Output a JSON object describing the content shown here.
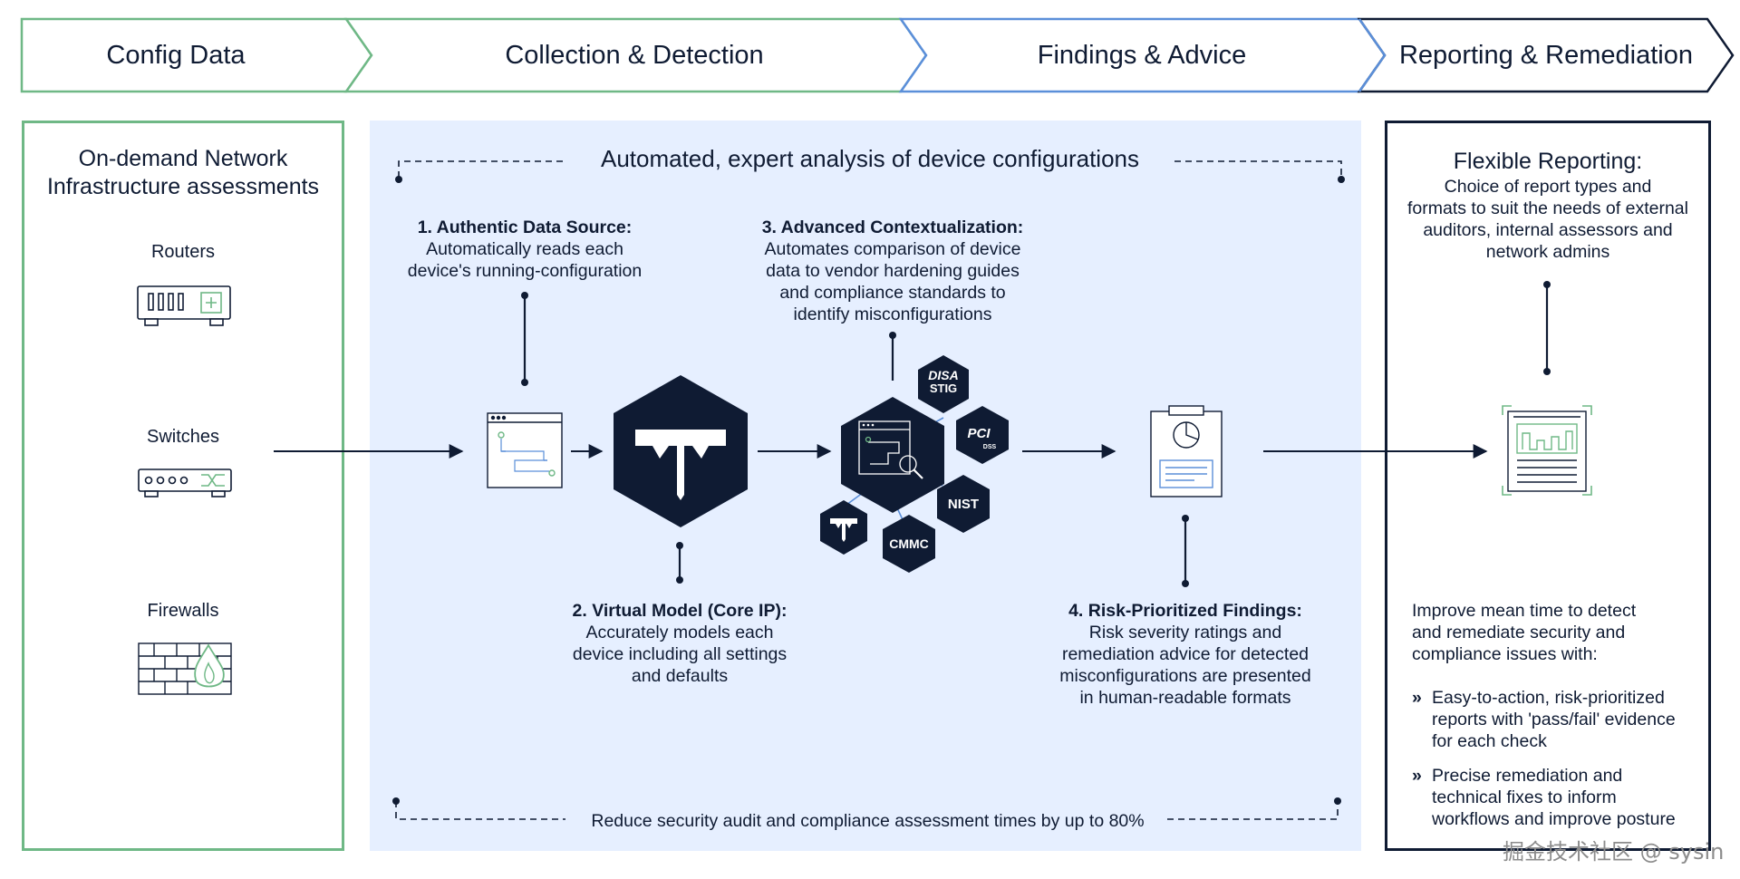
{
  "stages": [
    "Config Data",
    "Collection & Detection",
    "Findings & Advice",
    "Reporting & Remediation"
  ],
  "left_panel": {
    "title_line1": "On-demand Network",
    "title_line2": "Infrastructure assessments",
    "devices": [
      "Routers",
      "Switches",
      "Firewalls"
    ]
  },
  "middle_panel": {
    "title": "Automated, expert analysis of device configurations",
    "step1": {
      "title": "1. Authentic Data Source:",
      "lines": [
        "Automatically reads each",
        "device's running-configuration"
      ]
    },
    "step2": {
      "title": "2.  Virtual Model (Core IP):",
      "lines": [
        "Accurately models each",
        "device including all settings",
        "and defaults"
      ]
    },
    "step3": {
      "title": "3.  Advanced Contextualization:",
      "lines": [
        "Automates comparison of device",
        "data to vendor hardening guides",
        "and compliance standards to",
        "identify misconfigurations"
      ]
    },
    "step4": {
      "title": "4.  Risk-Prioritized Findings:",
      "lines": [
        "Risk severity ratings and",
        "remediation advice for detected",
        "misconfigurations are presented",
        "in human-readable formats"
      ]
    },
    "badges": {
      "disa_line1": "DISA",
      "disa_line2": "STIG",
      "pci": "PCI",
      "pci_sub": "DSS",
      "nist": "NIST",
      "cmmc": "CMMC"
    },
    "tagline": "Reduce security audit and compliance assessment times by up to 80%"
  },
  "right_panel": {
    "title": "Flexible Reporting:",
    "lines": [
      "Choice of report types and",
      "formats to suit the needs of external",
      "auditors, internal assessors and",
      "network admins"
    ],
    "improve_lines": [
      "Improve mean time to detect",
      "and remediate security and",
      "compliance issues with:"
    ],
    "bullets": [
      {
        "mark": "»",
        "lines": [
          "Easy-to-action, risk-prioritized",
          "reports with 'pass/fail' evidence",
          "for each check"
        ]
      },
      {
        "mark": "»",
        "lines": [
          "Precise remediation and",
          "technical fixes to inform",
          "workflows and improve posture"
        ]
      }
    ]
  },
  "watermark": "掘金技术社区 @ sysin",
  "colors": {
    "green": "#6fb886",
    "blue": "#5b8fd9",
    "navy": "#0f1b33",
    "panel_bg": "#e6efff"
  },
  "icons": [
    "router-icon",
    "switch-icon",
    "firewall-icon",
    "config-file-icon",
    "core-logo-icon",
    "analysis-icon",
    "findings-clipboard-icon",
    "report-icon"
  ]
}
